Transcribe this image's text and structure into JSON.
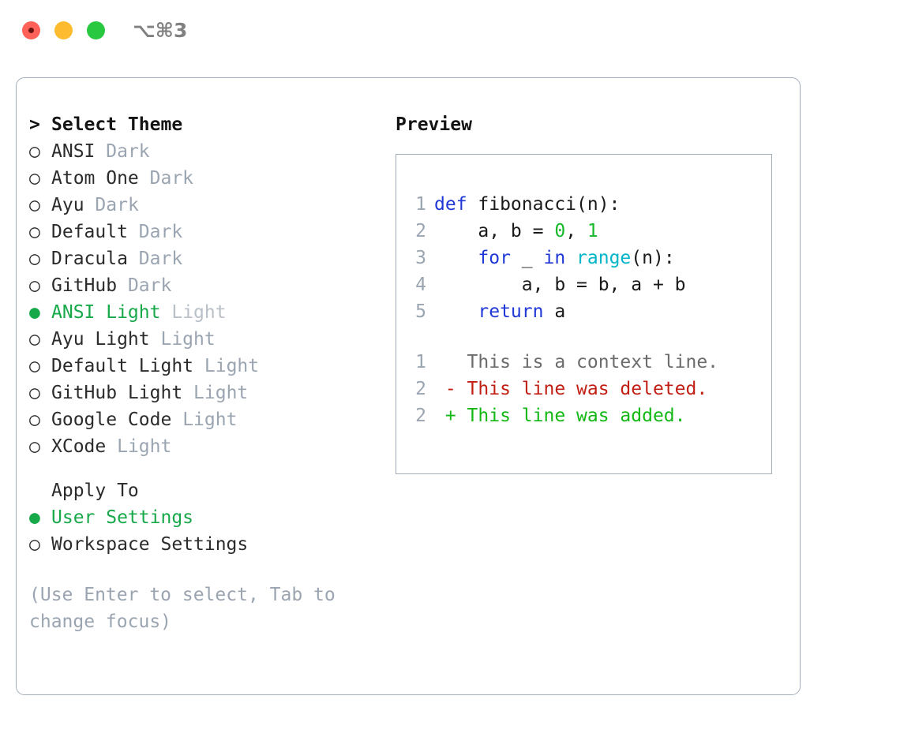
{
  "window": {
    "shortcut": "⌥⌘3",
    "traffic_lights": [
      {
        "name": "close",
        "color": "#ff6058"
      },
      {
        "name": "minimize",
        "color": "#fdbc2f"
      },
      {
        "name": "maximize",
        "color": "#28c840"
      }
    ]
  },
  "theme_picker": {
    "header": {
      "prompt": ">",
      "title": "Select Theme"
    },
    "marker_selected": "●",
    "marker_unselected": "○",
    "items": [
      {
        "name": "ANSI",
        "tag": "Dark",
        "selected": false
      },
      {
        "name": "Atom One",
        "tag": "Dark",
        "selected": false
      },
      {
        "name": "Ayu",
        "tag": "Dark",
        "selected": false
      },
      {
        "name": "Default",
        "tag": "Dark",
        "selected": false
      },
      {
        "name": "Dracula",
        "tag": "Dark",
        "selected": false
      },
      {
        "name": "GitHub",
        "tag": "Dark",
        "selected": false
      },
      {
        "name": "ANSI Light",
        "tag": "Light",
        "selected": true
      },
      {
        "name": "Ayu Light",
        "tag": "Light",
        "selected": false
      },
      {
        "name": "Default Light",
        "tag": "Light",
        "selected": false
      },
      {
        "name": "GitHub Light",
        "tag": "Light",
        "selected": false
      },
      {
        "name": "Google Code",
        "tag": "Light",
        "selected": false
      },
      {
        "name": "XCode",
        "tag": "Light",
        "selected": false
      }
    ]
  },
  "apply_to": {
    "label": "Apply To",
    "options": [
      {
        "label": "User Settings",
        "selected": true
      },
      {
        "label": "Workspace Settings",
        "selected": false
      }
    ]
  },
  "hint": "(Use Enter to select, Tab to change focus)",
  "preview": {
    "title": "Preview",
    "code_lines": [
      {
        "no": "1",
        "tokens": [
          {
            "t": "def",
            "c": "kw"
          },
          {
            "t": " fibonacci(n):",
            "c": "txt"
          }
        ]
      },
      {
        "no": "2",
        "tokens": [
          {
            "t": "    a, b = ",
            "c": "txt"
          },
          {
            "t": "0",
            "c": "num"
          },
          {
            "t": ", ",
            "c": "txt"
          },
          {
            "t": "1",
            "c": "num"
          }
        ]
      },
      {
        "no": "3",
        "tokens": [
          {
            "t": "    ",
            "c": "txt"
          },
          {
            "t": "for",
            "c": "kw"
          },
          {
            "t": " _ ",
            "c": "txt"
          },
          {
            "t": "in",
            "c": "kw"
          },
          {
            "t": " ",
            "c": "txt"
          },
          {
            "t": "range",
            "c": "fn"
          },
          {
            "t": "(n):",
            "c": "txt"
          }
        ]
      },
      {
        "no": "4",
        "tokens": [
          {
            "t": "        a, b = b, a + b",
            "c": "txt"
          }
        ]
      },
      {
        "no": "5",
        "tokens": [
          {
            "t": "    ",
            "c": "txt"
          },
          {
            "t": "return",
            "c": "kw"
          },
          {
            "t": " a",
            "c": "txt"
          }
        ]
      }
    ],
    "diff_lines": [
      {
        "no": "1",
        "sign": " ",
        "text": "This is a context line.",
        "kind": "ctx"
      },
      {
        "no": "2",
        "sign": "-",
        "text": "This line was deleted.",
        "kind": "del"
      },
      {
        "no": "2",
        "sign": "+",
        "text": "This line was added.",
        "kind": "add"
      }
    ]
  },
  "colors": {
    "accent_green": "#17a84a",
    "muted": "#9aa5b1",
    "border": "#a3adba",
    "keyword": "#1f38d6",
    "function": "#00b5c9",
    "number": "#15b829",
    "diff_delete": "#c21f14",
    "diff_add": "#14b814"
  }
}
